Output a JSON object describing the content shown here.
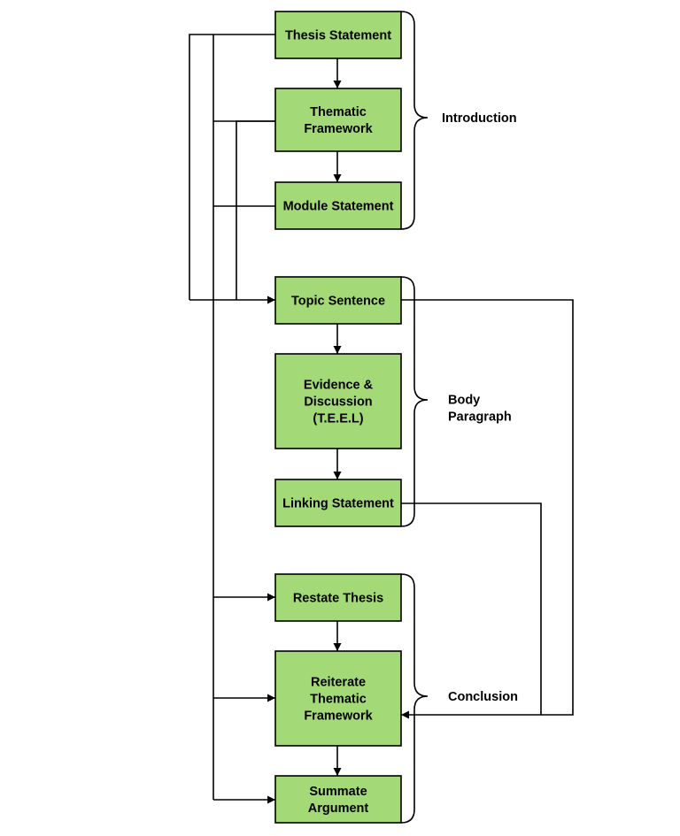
{
  "colors": {
    "box_fill": "#a3d977",
    "line": "#000000",
    "background": "#ffffff"
  },
  "nodes": {
    "thesis_statement": [
      "Thesis Statement"
    ],
    "thematic_framework": [
      "Thematic",
      "Framework"
    ],
    "module_statement": [
      "Module Statement"
    ],
    "topic_sentence": [
      "Topic Sentence"
    ],
    "evidence_discussion": [
      "Evidence &",
      "Discussion",
      "(T.E.E.L)"
    ],
    "linking_statement": [
      "Linking Statement"
    ],
    "restate_thesis": [
      "Restate Thesis"
    ],
    "reiterate_framework": [
      "Reiterate",
      "Thematic",
      "Framework"
    ],
    "summate_argument": [
      "Summate",
      "Argument"
    ]
  },
  "sections": {
    "introduction": [
      "Introduction"
    ],
    "body_paragraph": [
      "Body",
      "Paragraph"
    ],
    "conclusion": [
      "Conclusion"
    ]
  }
}
